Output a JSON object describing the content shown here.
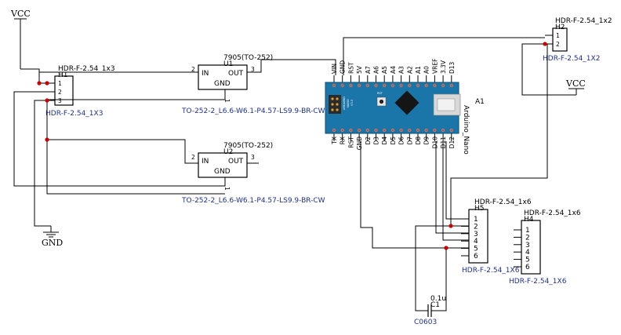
{
  "colors": {
    "wire": "#000000",
    "junction": "#cc0000",
    "footprint_text": "#1f2f8f",
    "board": "#1a75a8",
    "pad": "#e06a4c"
  },
  "power": {
    "vcc_left": "VCC",
    "vcc_right": "VCC",
    "gnd": "GND"
  },
  "h1": {
    "value": "HDR-F-2.54_1x3",
    "ref": "H1",
    "footprint": "HDR-F-2.54_1X3",
    "pins": [
      "1",
      "2",
      "3"
    ]
  },
  "u1": {
    "value": "7905(TO-252)",
    "ref": "U1",
    "footprint": "TO-252-2_L6.6-W6.1-P4.57-LS9.9-BR-CW",
    "in": "IN",
    "out": "OUT",
    "gnd": "GND",
    "pin_in": "2",
    "pin_out": "3",
    "pin_gnd": "1"
  },
  "u2": {
    "value": "7905(TO-252)",
    "ref": "U2",
    "footprint": "TO-252-2_L6.6-W6.1-P4.57-LS9.9-BR-CW",
    "in": "IN",
    "out": "OUT",
    "gnd": "GND",
    "pin_in": "2",
    "pin_out": "3",
    "pin_gnd": "1"
  },
  "h2": {
    "value": "HDR-F-2.54_1x2",
    "ref": "H2",
    "footprint": "HDR-F-2.54_1X2",
    "pins": [
      "1",
      "2"
    ]
  },
  "a1": {
    "ref": "A1",
    "name": "Arduino_Nano",
    "top_pins": [
      "VIN",
      "GND",
      "RST",
      "5V",
      "A7",
      "A6",
      "A5",
      "A4",
      "A3",
      "A2",
      "A1",
      "A0",
      "VREF",
      "3.3V",
      "D13"
    ],
    "bottom_pins": [
      "TX",
      "RX",
      "RST",
      "GND",
      "D2",
      "D3",
      "D4",
      "D5",
      "D6",
      "D7",
      "D8",
      "D9",
      "D10",
      "D11",
      "D12"
    ],
    "board_text": {
      "rst": "RST",
      "ver": "V3.0",
      "brand": "ARDUINO",
      "sub": "NANO"
    }
  },
  "h5": {
    "value": "HDR-F-2.54_1x6",
    "ref": "H5",
    "footprint": "HDR-F-2.54_1X6",
    "pins": [
      "1",
      "2",
      "3",
      "4",
      "5",
      "6"
    ]
  },
  "h4": {
    "value": "HDR-F-2.54_1x6",
    "ref": "H4",
    "footprint": "HDR-F-2.54_1X6",
    "pins": [
      "1",
      "2",
      "3",
      "4",
      "5",
      "6"
    ]
  },
  "c1": {
    "value": "0.1u",
    "ref": "C1",
    "footprint": "C0603"
  }
}
